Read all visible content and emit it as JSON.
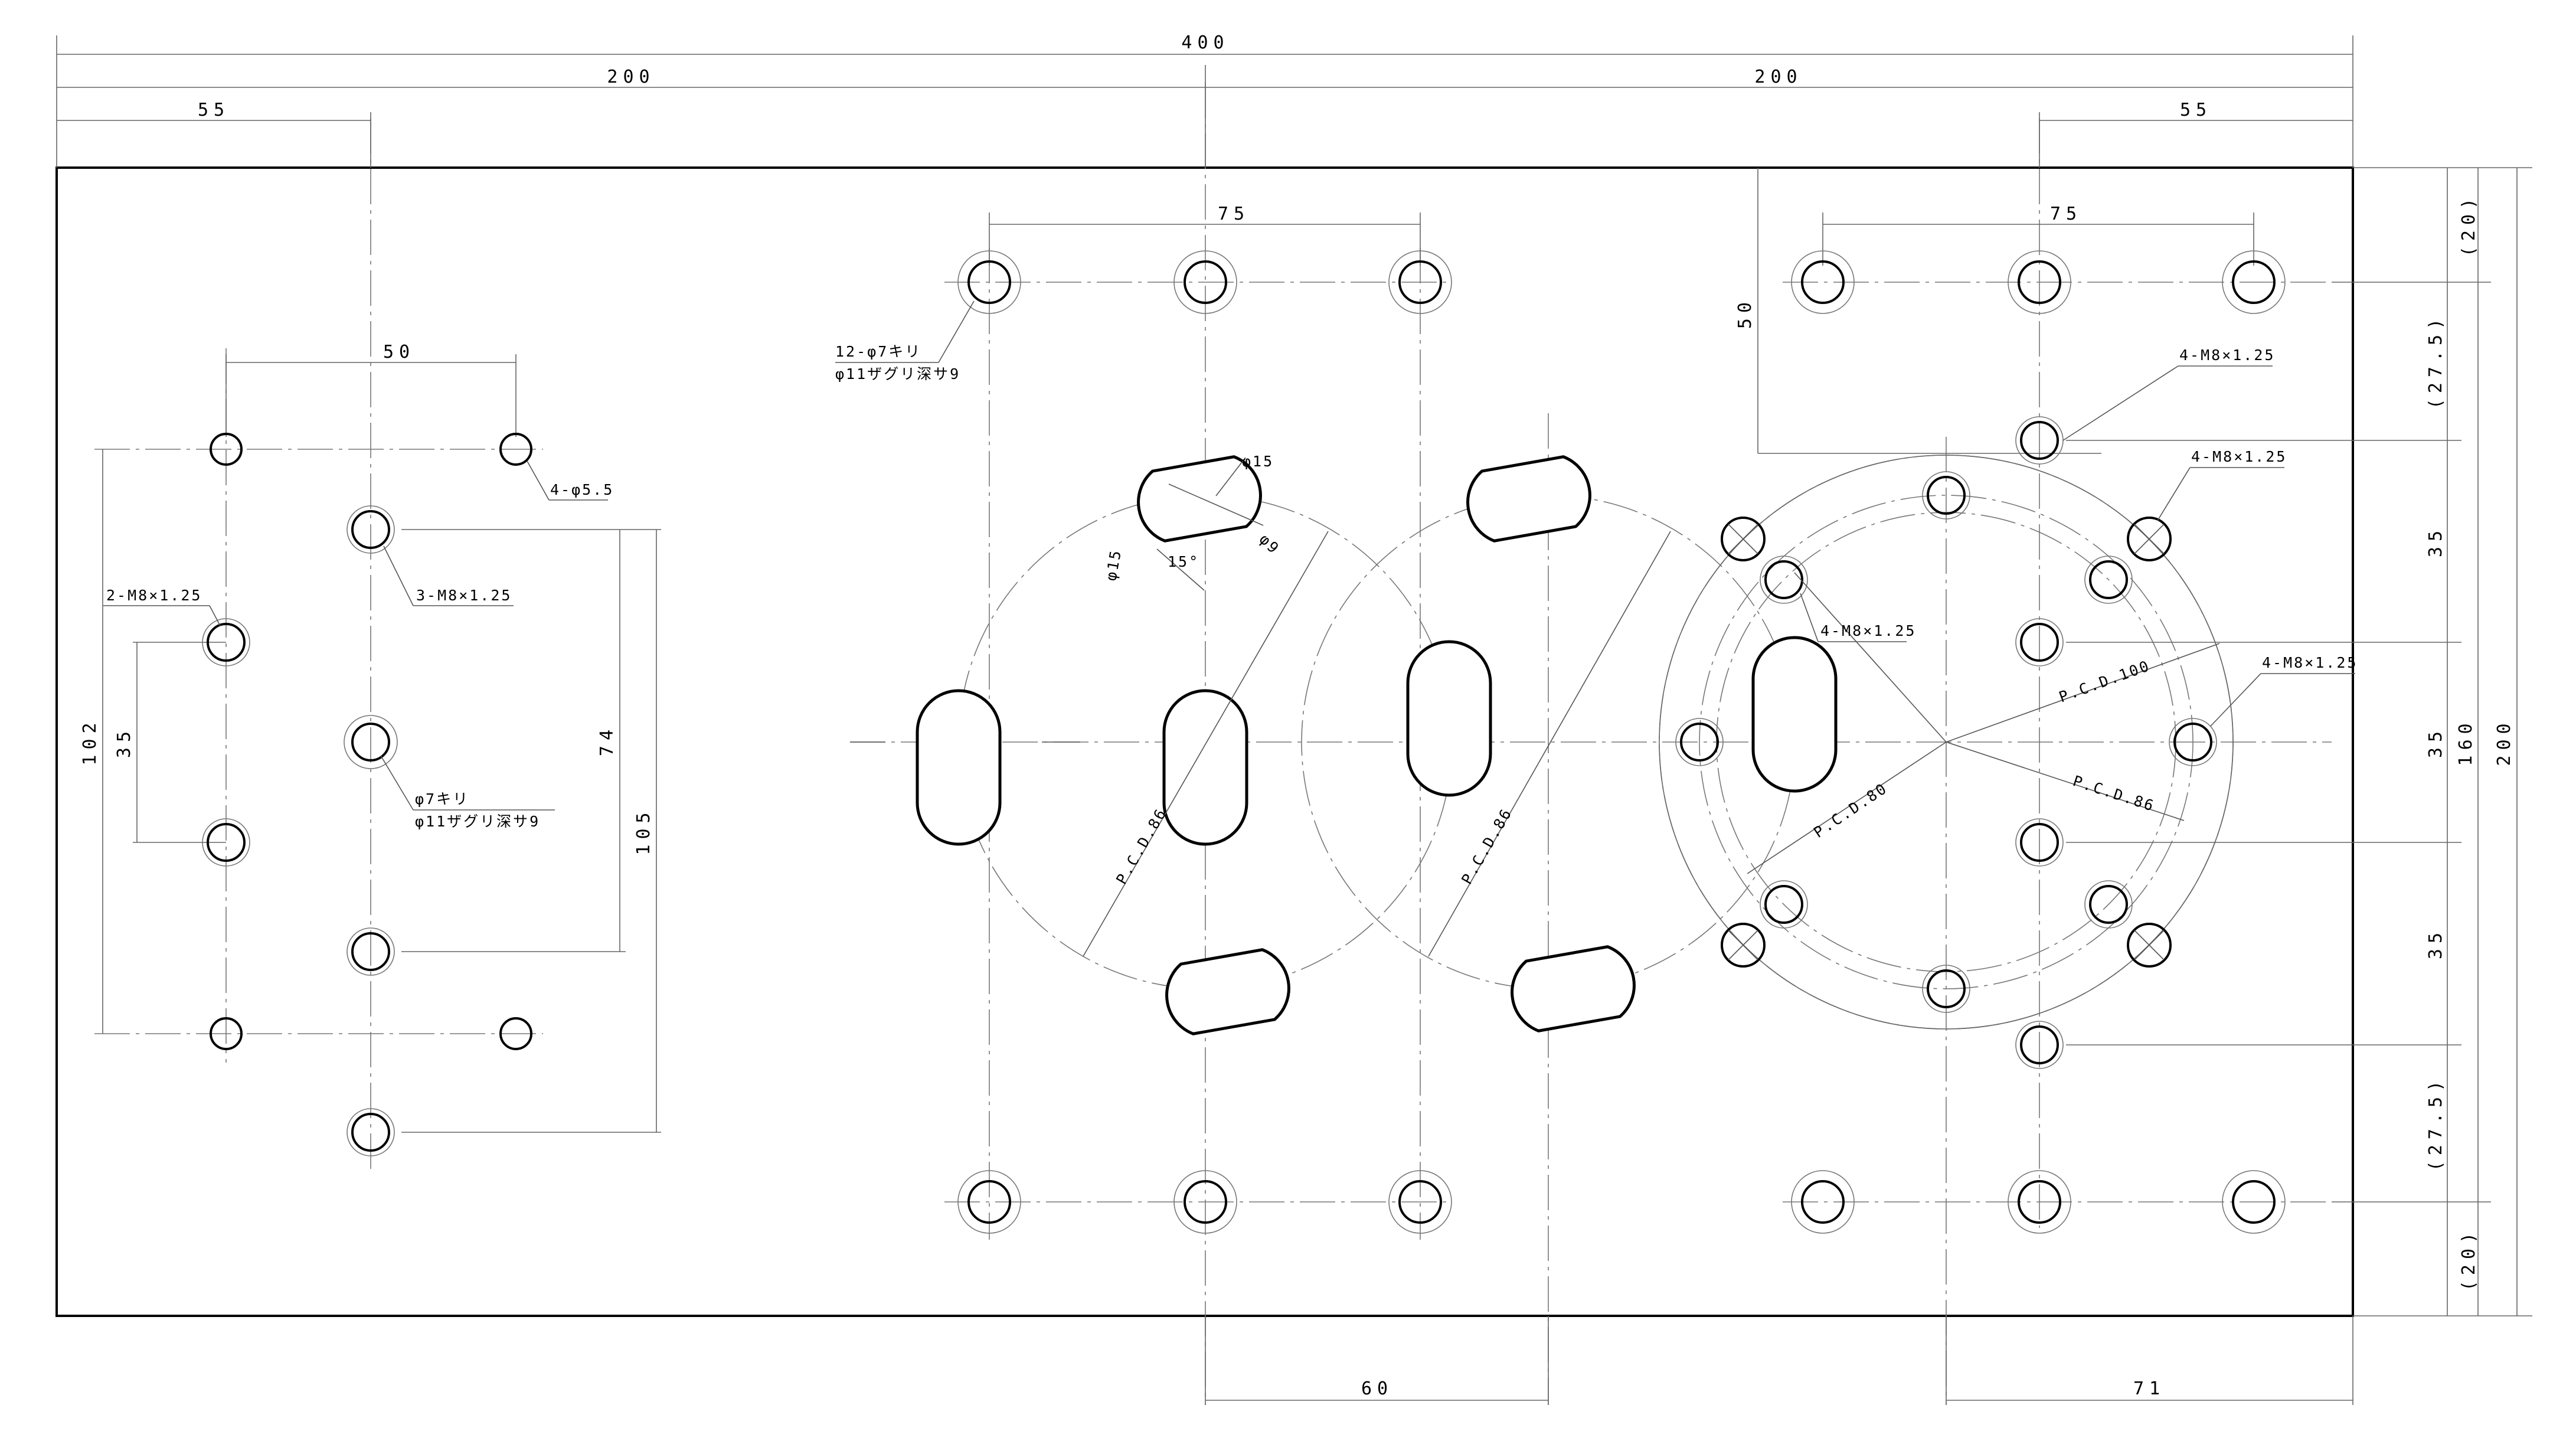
{
  "drawing": {
    "overall_dims": {
      "total_width": "400",
      "left_half": "200",
      "right_half": "200",
      "left_offset": "55",
      "right_offset": "55",
      "total_height": "200",
      "inner_height": "160"
    },
    "left_group": {
      "spacing_x": "50",
      "height_outer": "102",
      "height_inner": "35",
      "height_74": "74",
      "height_105": "105"
    },
    "bolt_rows": {
      "left_pitch": "75",
      "right_pitch": "75",
      "side_50": "50"
    },
    "right_edge_dims": [
      "(20)",
      "(27.5)",
      "35",
      "35",
      "35",
      "(27.5)",
      "(20)"
    ],
    "bottom_dims": {
      "spacing_60": "60",
      "offset_71": "71"
    },
    "slot_dims": {
      "d15_a": "φ15",
      "d15_b": "φ15",
      "d9": "φ9",
      "angle": "15°"
    },
    "pcd_labels": {
      "left_circle": "P.C.D.86",
      "mid_circle": "P.C.D.86",
      "pcd100": "P.C.D.100",
      "pcd80": "P.C.D.80",
      "pcd86": "P.C.D.86"
    },
    "callouts": {
      "holes_12_line1": "12-φ7キリ",
      "holes_12_line2": "φ11ザグリ深サ9",
      "center_line1": "φ7キリ",
      "center_line2": "φ11ザグリ深サ9",
      "tap_4_phi55": "4-φ5.5",
      "tap_3_m8": "3-M8×1.25",
      "tap_2_m8": "2-M8×1.25",
      "tap_4_a": "4-M8×1.25",
      "tap_4_b": "4-M8×1.25",
      "tap_4_c": "4-M8×1.25",
      "tap_4_d": "4-M8×1.25"
    }
  }
}
